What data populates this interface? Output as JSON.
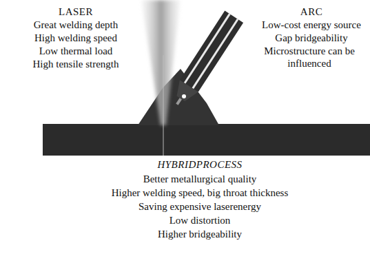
{
  "diagram": {
    "labels": [
      "LASER",
      "Great welding depth",
      "High welding speed",
      "Low thermal load",
      "High tensile strength",
      "ARC",
      "Low-cost energy source",
      "Gap bridgeability",
      "Microstructure can be influenced",
      "HYBRIDPROCESS",
      "Better metallurgical quality",
      "Higher welding speed, big throat thickness",
      "Saving expensive laserenergy",
      "Low distortion",
      "Higher bridgeability"
    ]
  }
}
